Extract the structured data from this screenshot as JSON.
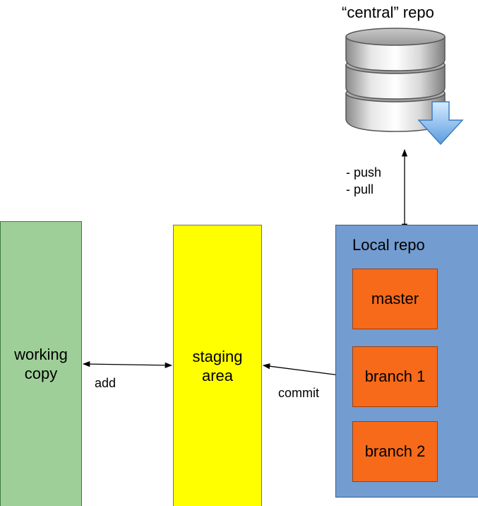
{
  "central": {
    "title": "“central” repo",
    "icon": "database-download-icon"
  },
  "remote_ops": {
    "push": "- push",
    "pull": "- pull"
  },
  "working_copy": {
    "line1": "working",
    "line2": "copy",
    "color": "#9fcf98"
  },
  "staging_area": {
    "line1": "staging",
    "line2": "area",
    "color": "#ffff00"
  },
  "local_repo": {
    "title": "Local repo",
    "color": "#739cd0",
    "branches": [
      "master",
      "branch 1",
      "branch 2"
    ],
    "branch_color": "#f66a1a"
  },
  "arrows": {
    "add": "add",
    "commit": "commit"
  }
}
